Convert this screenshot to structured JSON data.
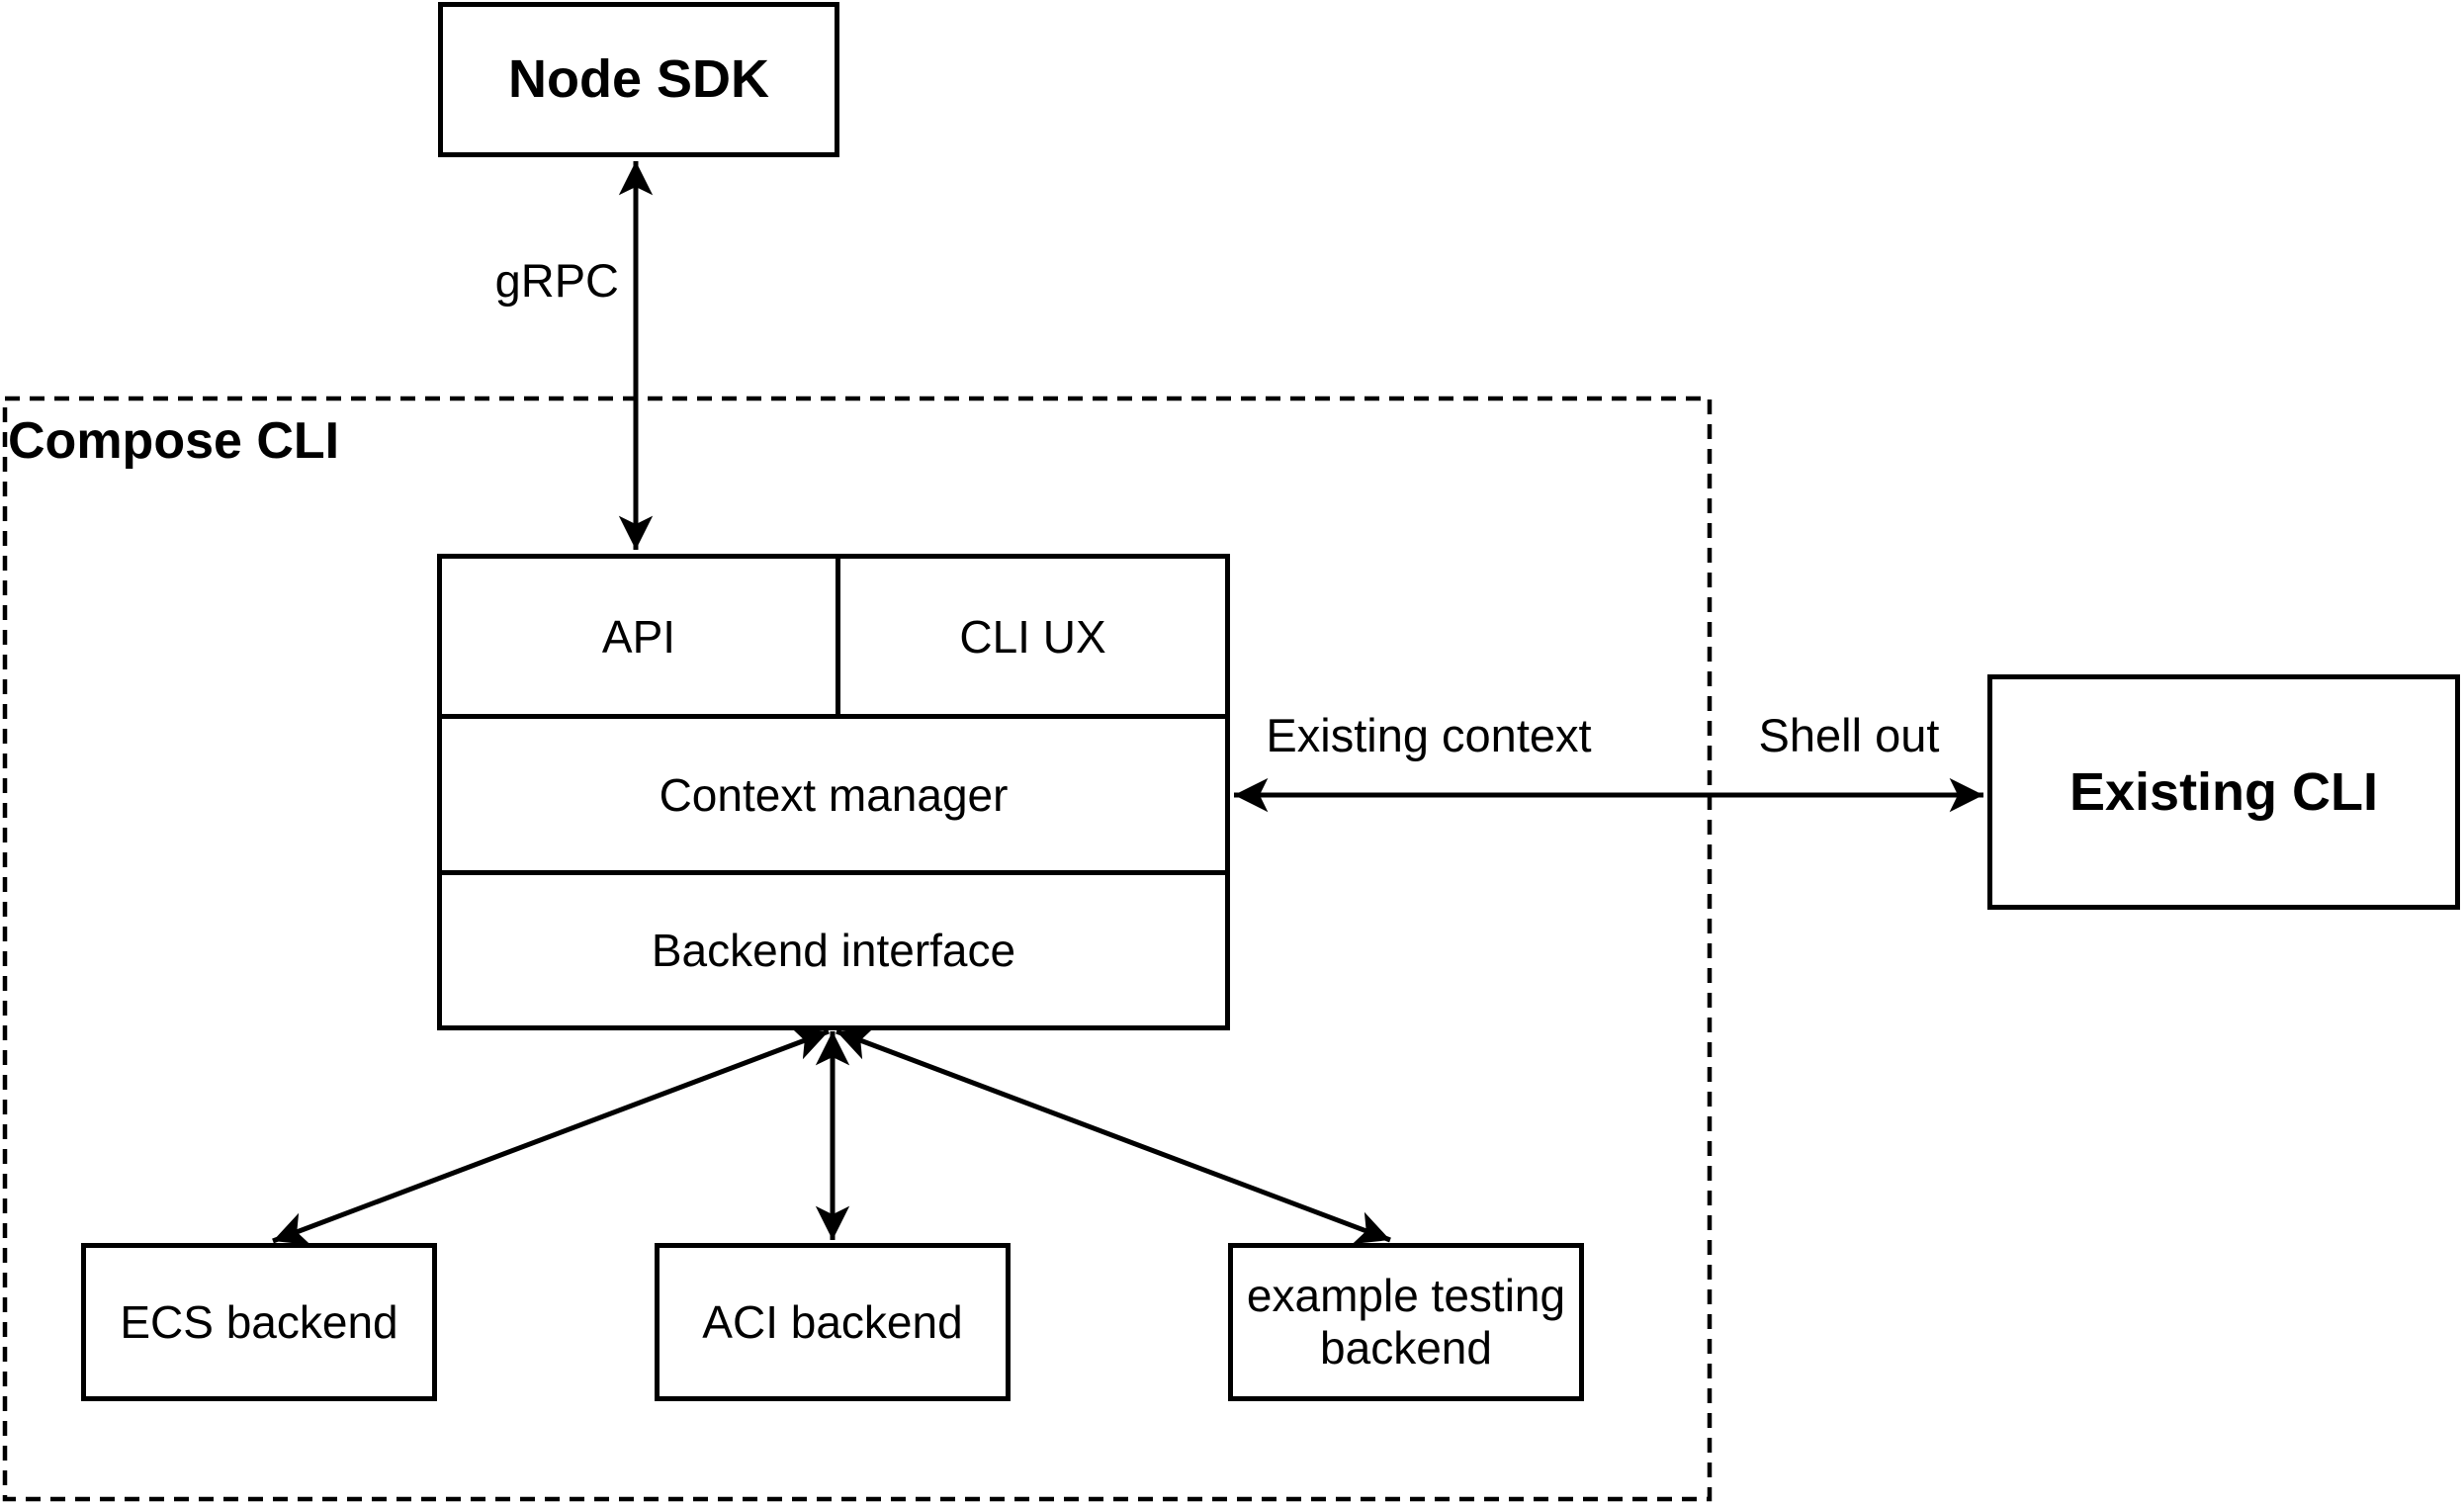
{
  "diagram": {
    "container": {
      "label": "Compose CLI"
    },
    "nodes": {
      "node_sdk": {
        "label": "Node SDK"
      },
      "api": {
        "label": "API"
      },
      "cli_ux": {
        "label": "CLI UX"
      },
      "context_manager": {
        "label": "Context manager"
      },
      "backend_interface": {
        "label": "Backend interface"
      },
      "existing_cli": {
        "label": "Existing CLI"
      },
      "ecs_backend": {
        "label": "ECS backend"
      },
      "aci_backend": {
        "label": "ACI backend"
      },
      "example_testing_backend": {
        "label": "example testing backend"
      }
    },
    "edge_labels": {
      "grpc": "gRPC",
      "existing_context": "Existing context",
      "shell_out": "Shell out"
    },
    "colors": {
      "stroke": "#000000",
      "background": "#ffffff"
    }
  }
}
